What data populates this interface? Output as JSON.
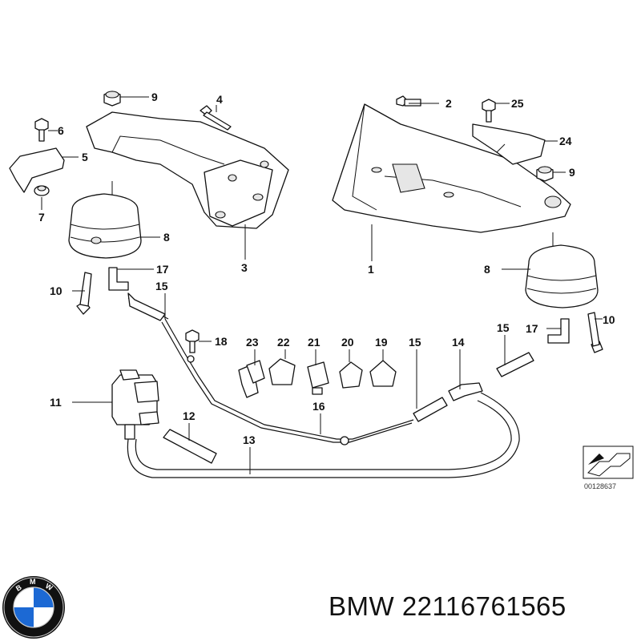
{
  "brand": "BMW",
  "part_number": "22116761565",
  "diagram_ref": "00128637",
  "callouts": {
    "c1": "1",
    "c2": "2",
    "c3": "3",
    "c4": "4",
    "c5": "5",
    "c6": "6",
    "c7": "7",
    "c8a": "8",
    "c8b": "8",
    "c9a": "9",
    "c9b": "9",
    "c10a": "10",
    "c10b": "10",
    "c11": "11",
    "c12": "12",
    "c13": "13",
    "c14": "14",
    "c15a": "15",
    "c15b": "15",
    "c15c": "15",
    "c16": "16",
    "c17a": "17",
    "c17b": "17",
    "c18": "18",
    "c19": "19",
    "c20": "20",
    "c21": "21",
    "c22": "22",
    "c23": "23",
    "c24": "24",
    "c25": "25"
  },
  "colors": {
    "line": "#111111",
    "shade": "#e6e6e6",
    "logo_blue": "#1c69d4"
  }
}
